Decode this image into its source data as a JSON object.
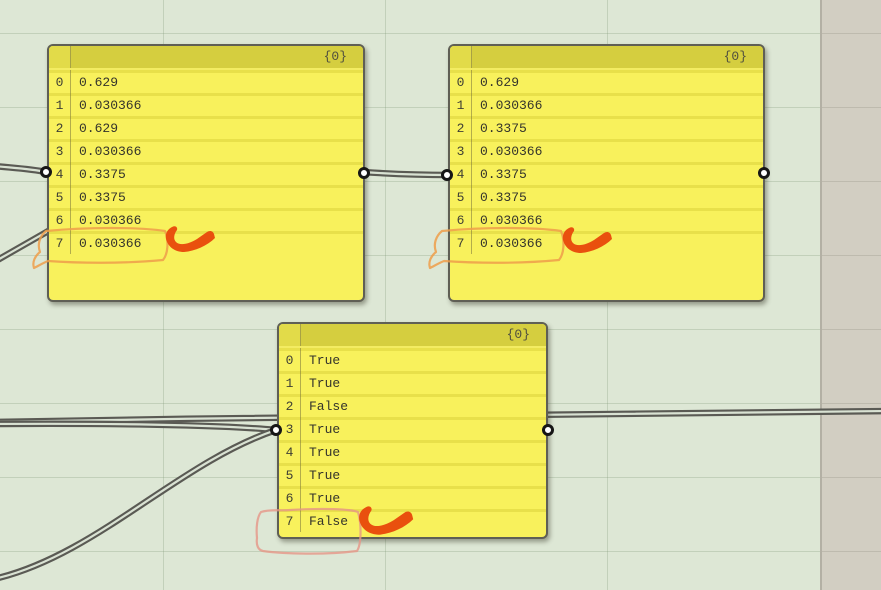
{
  "canvas": {
    "label": "grasshopper-canvas",
    "colors": {
      "canvas_green": "#dde7d5",
      "side_strip": "#d2cec2",
      "panel_yellow": "#f8f15c",
      "panel_header_olive": "#d5ce3f",
      "wire_gray": "#5a5a54",
      "annotation_swoosh_orange": "#e9500e",
      "annotation_outline_orange": "#eea04c",
      "annotation_outline_pink": "#e69687"
    }
  },
  "panels": [
    {
      "header": "{0}",
      "rows": [
        {
          "index": "0",
          "value": "0.629"
        },
        {
          "index": "1",
          "value": "0.030366"
        },
        {
          "index": "2",
          "value": "0.629"
        },
        {
          "index": "3",
          "value": "0.030366"
        },
        {
          "index": "4",
          "value": "0.3375"
        },
        {
          "index": "5",
          "value": "0.3375"
        },
        {
          "index": "6",
          "value": "0.030366"
        },
        {
          "index": "7",
          "value": "0.030366"
        }
      ]
    },
    {
      "header": "{0}",
      "rows": [
        {
          "index": "0",
          "value": "0.629"
        },
        {
          "index": "1",
          "value": "0.030366"
        },
        {
          "index": "2",
          "value": "0.3375"
        },
        {
          "index": "3",
          "value": "0.030366"
        },
        {
          "index": "4",
          "value": "0.3375"
        },
        {
          "index": "5",
          "value": "0.3375"
        },
        {
          "index": "6",
          "value": "0.030366"
        },
        {
          "index": "7",
          "value": "0.030366"
        }
      ]
    },
    {
      "header": "{0}",
      "rows": [
        {
          "index": "0",
          "value": "True"
        },
        {
          "index": "1",
          "value": "True"
        },
        {
          "index": "2",
          "value": "False"
        },
        {
          "index": "3",
          "value": "True"
        },
        {
          "index": "4",
          "value": "True"
        },
        {
          "index": "5",
          "value": "True"
        },
        {
          "index": "6",
          "value": "True"
        },
        {
          "index": "7",
          "value": "False"
        }
      ]
    }
  ]
}
